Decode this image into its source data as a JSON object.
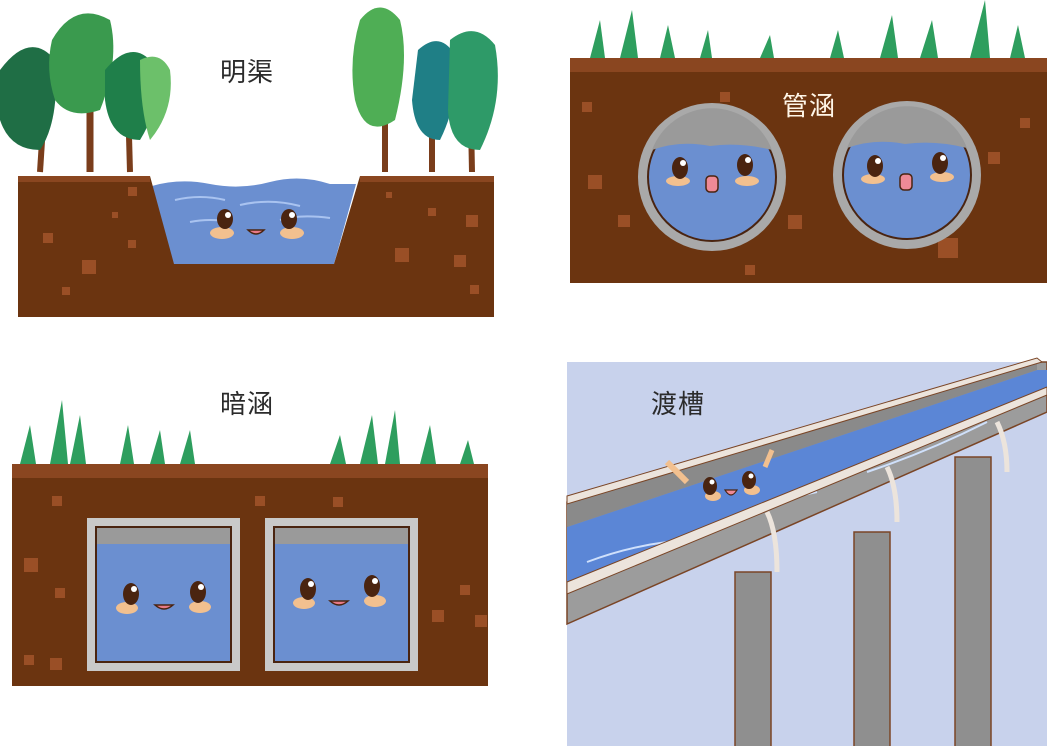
{
  "panels": [
    {
      "id": "open-channel",
      "label": "明渠",
      "colors": {
        "soil": "#6b3410",
        "soil_top": "#8a4620",
        "clod": "#9a4f26",
        "water": "#6b8fd0",
        "tree_dark": "#1f6e45",
        "tree_mid": "#3a9a4e",
        "tree_light": "#6cc06a",
        "tree_teal": "#1f7f86",
        "trunk": "#7a3d1b"
      }
    },
    {
      "id": "pipe-culvert",
      "label": "管涵",
      "colors": {
        "soil": "#6b3410",
        "soil_top": "#8a4620",
        "pipe_ring": "#a9a9a9",
        "water": "#6b8fd0",
        "grass": "#2e9e5e"
      }
    },
    {
      "id": "box-culvert",
      "label": "暗涵",
      "colors": {
        "soil": "#6b3410",
        "soil_top": "#8a4620",
        "box_frame": "#c9c9c9",
        "water": "#6b8fd0",
        "grass": "#2e9e5e"
      }
    },
    {
      "id": "aqueduct",
      "label": "渡槽",
      "colors": {
        "sky": "#c8d2ec",
        "concrete": "#9c9c9c",
        "concrete_dark": "#7d7d7d",
        "rim": "#ece4dc",
        "water": "#5b86d6",
        "outline": "#7a4526"
      }
    }
  ]
}
